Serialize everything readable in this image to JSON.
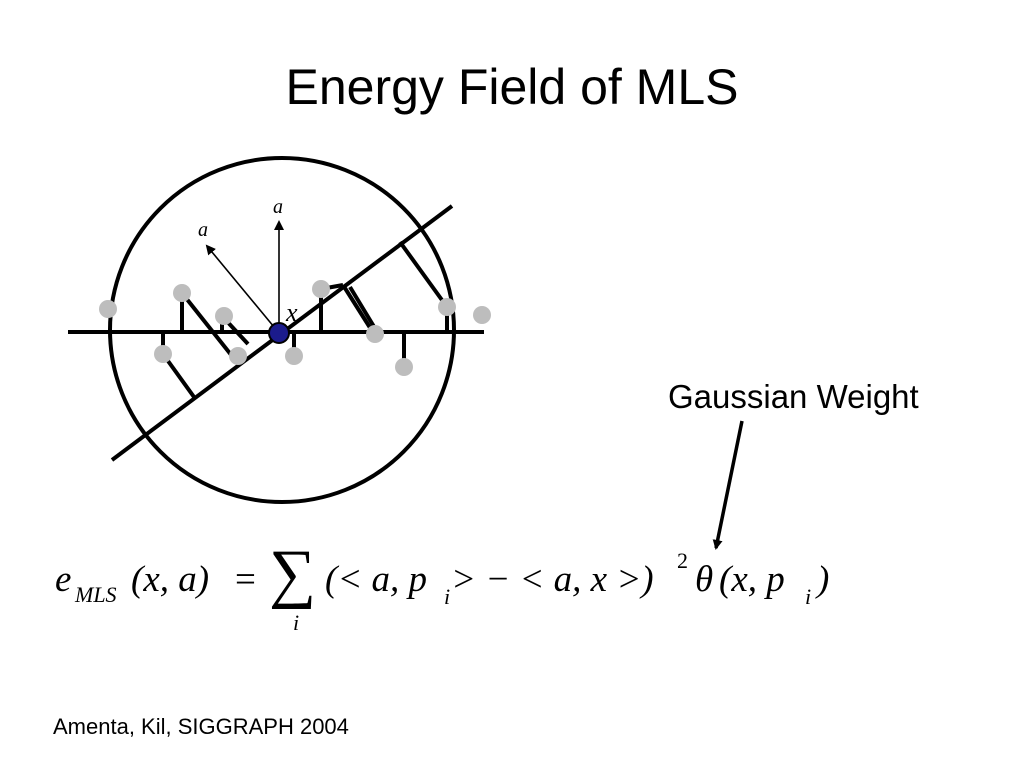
{
  "slide": {
    "title": "Energy Field of MLS",
    "callout_label": "Gaussian Weight",
    "citation": "Amenta, Kil, SIGGRAPH 2004"
  },
  "diagram": {
    "label_a_vertical": "a",
    "label_a_tilted": "a",
    "label_x": "x",
    "point_color": "#bdbdbd",
    "center_color": "#1b1b8c"
  },
  "formula": {
    "e": "e",
    "mls": "MLS",
    "lhs_args": "(x, a)",
    "equals": "=",
    "sum": "∑",
    "sum_index": "i",
    "open": "(< a, p",
    "sub_i1": "i",
    "middle": " > − < a, x >)",
    "power": "2",
    "theta": "θ",
    "theta_args": "(x, p",
    "sub_i2": "i",
    "close": ")"
  }
}
